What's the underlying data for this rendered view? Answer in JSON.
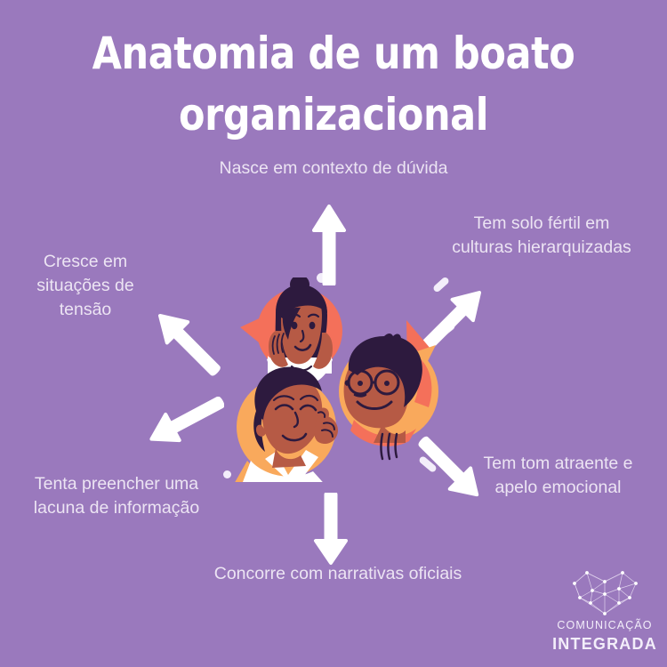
{
  "meta": {
    "background_color": "#9a79bd",
    "text_color": "#ece4f3",
    "title_color": "#ffffff",
    "arrow_color": "#ffffff",
    "accent_coral": "#f4705a",
    "accent_orange": "#f9a95c",
    "accent_skin": "#b65a45",
    "accent_hair": "#2d1a3e"
  },
  "title": {
    "text": "Anatomia de um boato\norganizacional"
  },
  "labels": {
    "top": "Nasce em contexto de dúvida",
    "top_right": "Tem solo fértil em\nculturas hierarquizadas",
    "left": "Cresce em\nsituações de\ntensão",
    "bottom_left": "Tenta preencher uma\nlacuna de informação",
    "bottom_right": "Tem tom atraente e\napelo emocional",
    "bottom": "Concorre com narrativas oficiais"
  },
  "arrows": [
    {
      "name": "arrow-up",
      "direction": "up",
      "points_to": "top"
    },
    {
      "name": "arrow-up-right",
      "direction": "up-right",
      "points_to": "top_right"
    },
    {
      "name": "arrow-up-left",
      "direction": "up-left",
      "points_to": "left"
    },
    {
      "name": "arrow-down-left",
      "direction": "down-left",
      "points_to": "bottom_left"
    },
    {
      "name": "arrow-down-right",
      "direction": "down-right",
      "points_to": "bottom_right"
    },
    {
      "name": "arrow-down",
      "direction": "down",
      "points_to": "bottom"
    }
  ],
  "illustration": {
    "name": "three-people-gossiping-illustration",
    "characters": [
      {
        "name": "woman-hands-on-cheeks",
        "bubble_color": "#f4705a"
      },
      {
        "name": "man-whispering",
        "bubble_color": "#f9a95c"
      },
      {
        "name": "man-with-glasses",
        "bubble_color": "#f9a95c"
      }
    ]
  },
  "logo": {
    "mark": "heart-network-icon",
    "line1": "COMUNICAÇÃO",
    "line2": "INTEGRADA"
  }
}
